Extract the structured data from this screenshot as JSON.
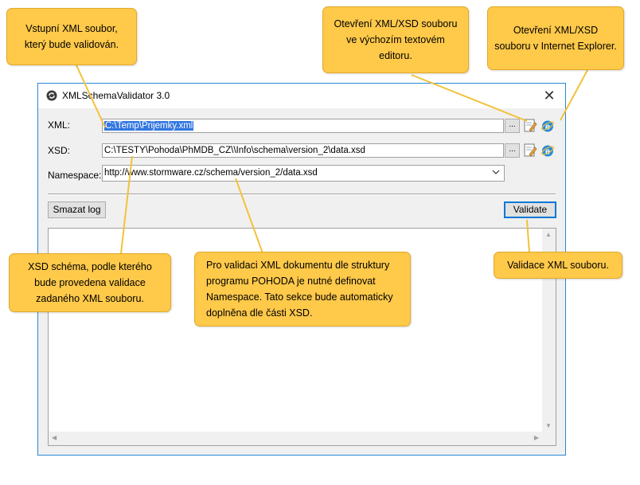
{
  "window": {
    "title": "XMLSchemaValidator 3.0",
    "close_symbol": "✕"
  },
  "form": {
    "xml_label": "XML:",
    "xml_value": "C:\\Temp\\Prijemky.xml",
    "xsd_label": "XSD:",
    "xsd_value": "C:\\TESTY\\Pohoda\\PhMDB_CZ\\\\Info\\schema\\version_2\\data.xsd",
    "namespace_label": "Namespace:",
    "namespace_value": "http://www.stormware.cz/schema/version_2/data.xsd",
    "browse_label": "...",
    "open_editor_icon": "edit-document-icon",
    "open_ie_icon": "internet-explorer-icon"
  },
  "buttons": {
    "clear_log": "Smazat log",
    "validate": "Validate"
  },
  "callouts": {
    "input_xml": "Vstupní XML soubor, který bude validován.",
    "open_editor": "Otevření XML/XSD souboru ve výchozím textovém editoru.",
    "open_ie": "Otevření XML/XSD souboru v Internet Explorer.",
    "xsd_schema": "XSD schéma, podle kterého bude provedena validace zadaného XML souboru.",
    "namespace": "Pro validaci XML dokumentu dle struktury programu POHODA je nutné definovat Namespace. Tato sekce bude automaticky doplněna dle části  XSD.",
    "validate": "Validace XML souboru."
  },
  "colors": {
    "callout_fill": "#ffc94a",
    "window_border": "#2b87d3",
    "selection": "#3377e0"
  }
}
